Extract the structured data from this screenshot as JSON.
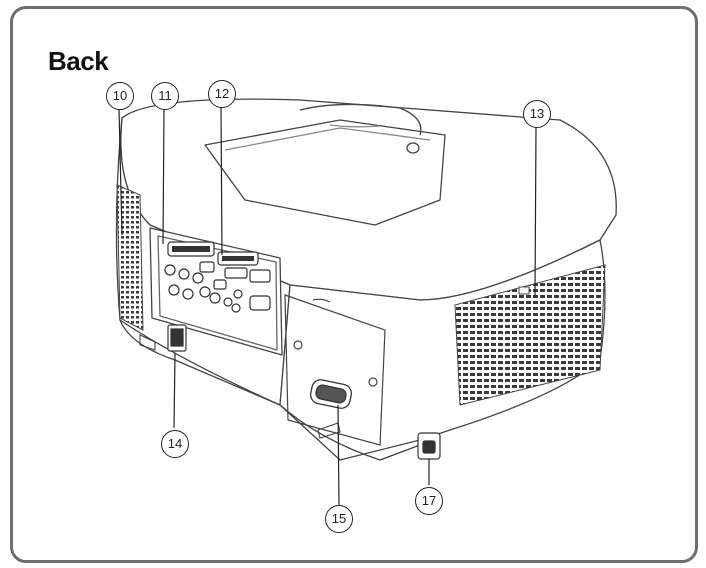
{
  "heading": "Back",
  "callouts": [
    {
      "label": "10",
      "part": "air-vent-side"
    },
    {
      "label": "11",
      "part": "input-terminals"
    },
    {
      "label": "12",
      "part": "terminal-panel"
    },
    {
      "label": "13",
      "part": "exhaust-vent"
    },
    {
      "label": "14",
      "part": "power-cord-connector"
    },
    {
      "label": "15",
      "part": "handle"
    },
    {
      "label": "17",
      "part": "adjustable-foot"
    }
  ],
  "colors": {
    "border": "#6e6e6e",
    "line": "#444444",
    "body_fill": "#ffffff",
    "grille": "#333333"
  }
}
